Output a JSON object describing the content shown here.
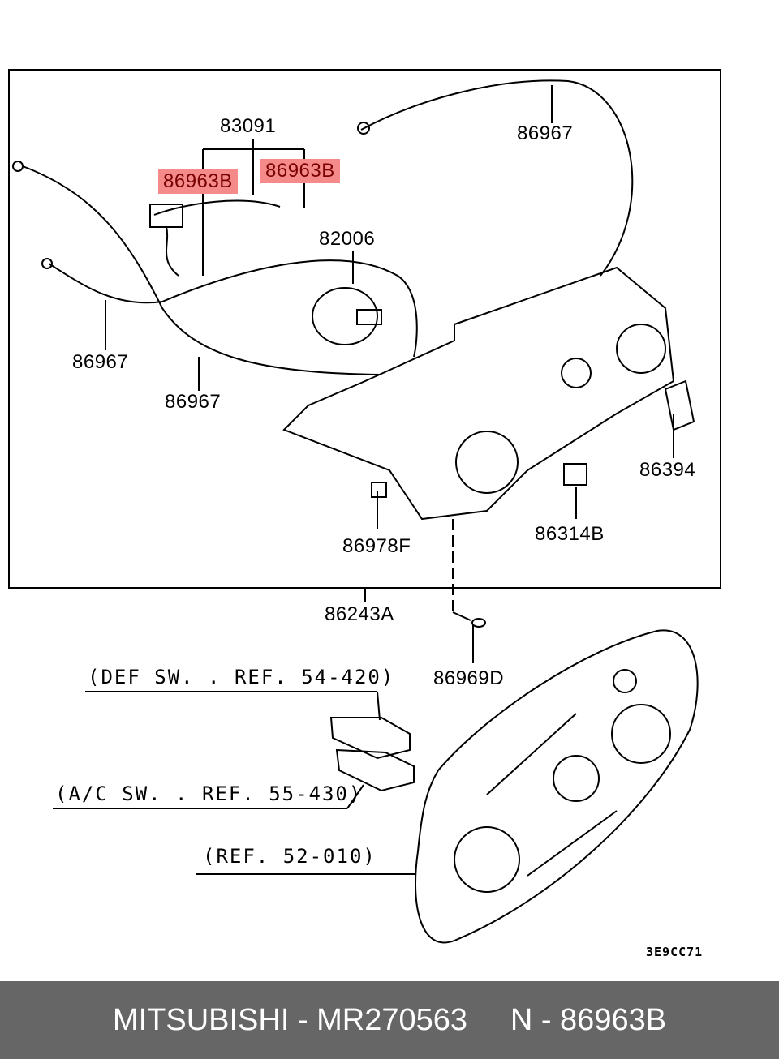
{
  "diagram": {
    "callouts": {
      "c83091": "83091",
      "c86963b_left": "86963B",
      "c86963b_right": "86963B",
      "c86967_top": "86967",
      "c82006": "82006",
      "c86967_left": "86967",
      "c86967_mid": "86967",
      "c86394": "86394",
      "c86314b": "86314B",
      "c86978f": "86978F",
      "c86243a": "86243A",
      "c86969d": "86969D"
    },
    "highlighted_part": "86963B",
    "highlight_color": "#f48a8a",
    "references": {
      "def_switch": "(DEF SW. . REF. 54-420)",
      "ac_switch": "(A/C SW. . REF. 55-430)",
      "panel": "(REF. 52-010)"
    },
    "drawing_code": "3E9CC71"
  },
  "footer": {
    "brand": "MITSUBISHI",
    "part_number": "MR270563",
    "ref_number": "N - 86963B",
    "text": "MITSUBISHI - MR270563     N - 86963B",
    "background": "#666666"
  }
}
